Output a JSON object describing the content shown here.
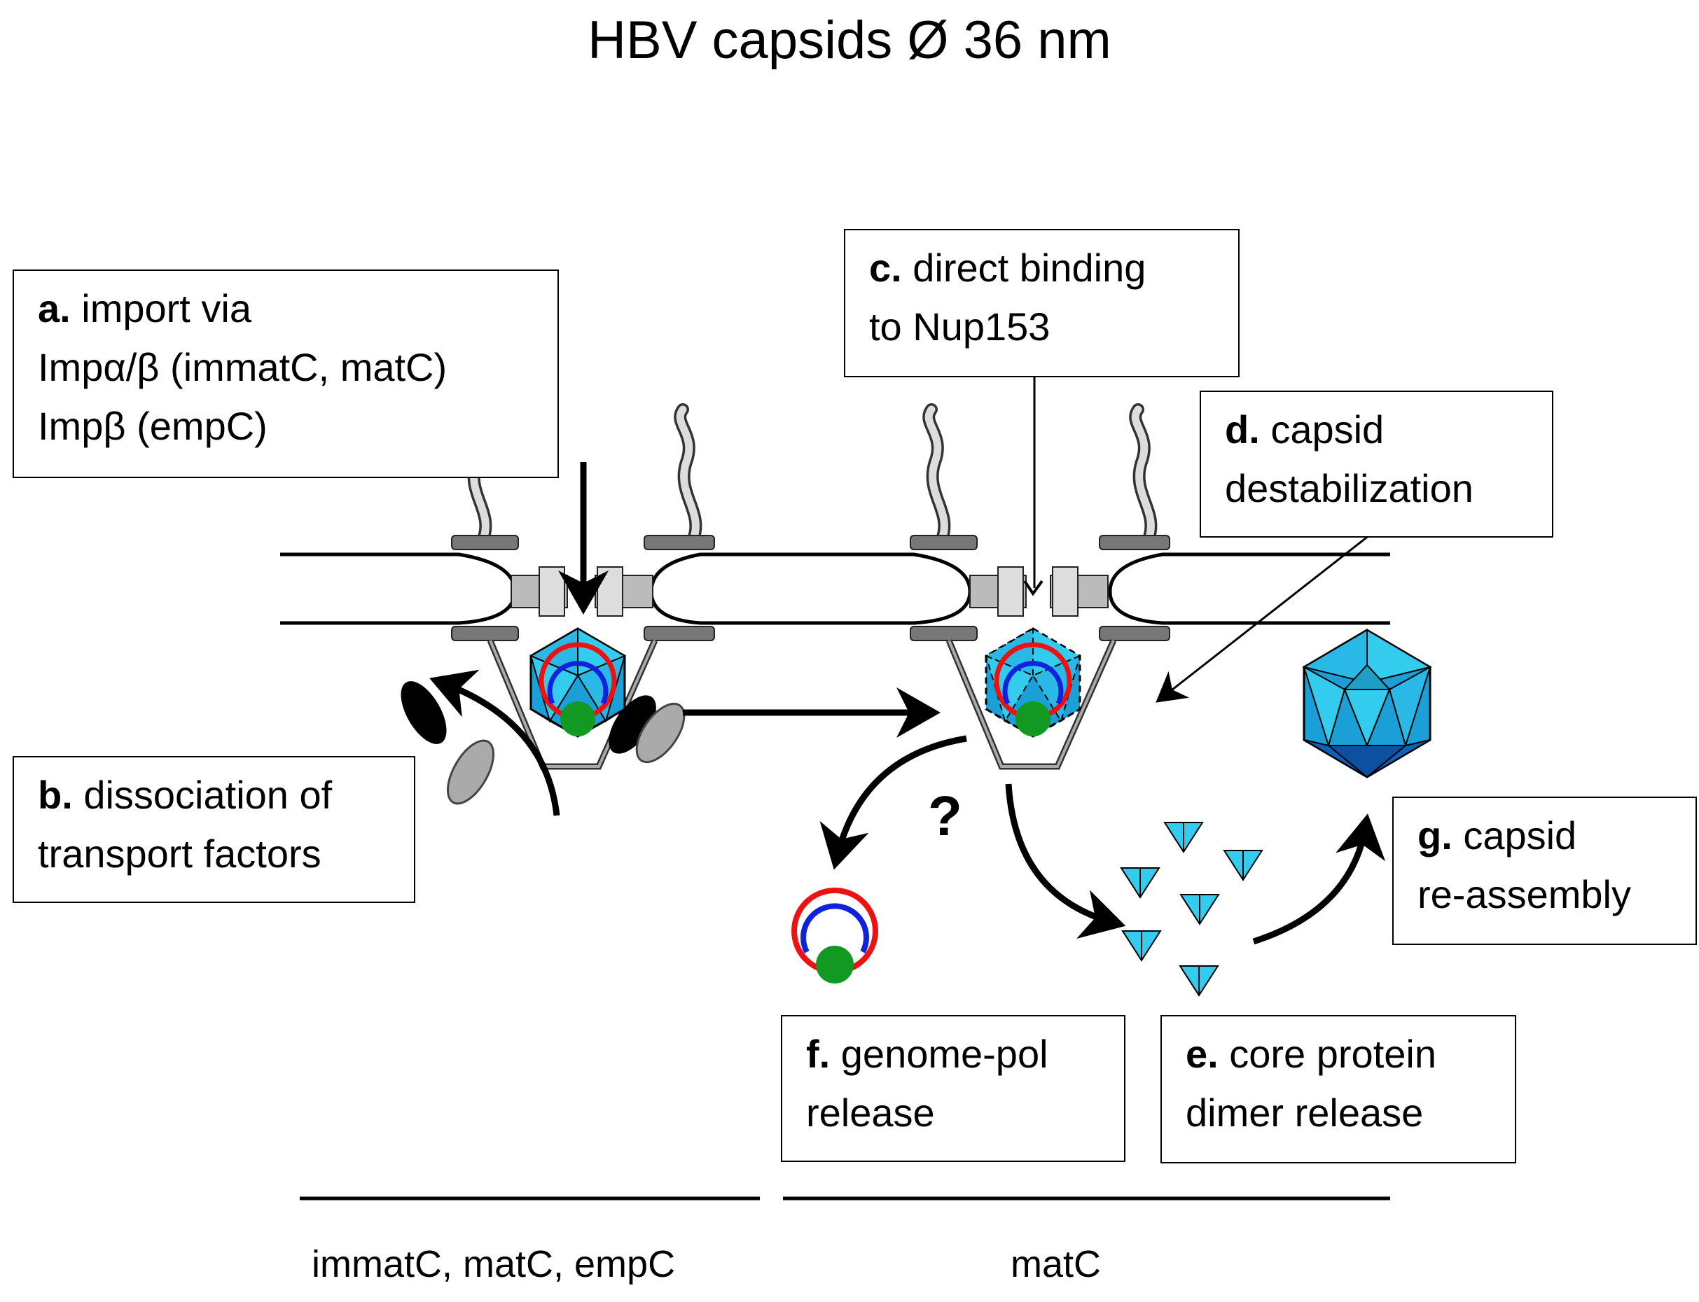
{
  "title": "HBV capsids Ø 36 nm",
  "boxes": {
    "a": {
      "letter": "a.",
      "lines": [
        "import via",
        "Impα/β (immatC, matC)",
        "Impβ (empC)"
      ]
    },
    "b": {
      "letter": "b.",
      "lines": [
        "dissociation of",
        "transport factors"
      ]
    },
    "c": {
      "letter": "c.",
      "lines": [
        "direct binding",
        "to Nup153"
      ]
    },
    "d": {
      "letter": "d.",
      "lines": [
        "capsid",
        "destabilization"
      ]
    },
    "e": {
      "letter": "e.",
      "lines": [
        "core protein",
        "dimer release"
      ]
    },
    "f": {
      "letter": "f.",
      "lines": [
        "genome-pol",
        "release"
      ]
    },
    "g": {
      "letter": "g.",
      "lines": [
        "capsid",
        "re-assembly"
      ]
    }
  },
  "question_mark": "?",
  "footer": {
    "left": "immatC, matC, empC",
    "right": "matC"
  },
  "colors": {
    "capsid_light": "#33ccee",
    "capsid_mid": "#1a9fd6",
    "capsid_dark": "#1060b8",
    "genome_red": "#ee1111",
    "genome_blue": "#1122dd",
    "polymerase_green": "#119922",
    "pore_gray": "#bbbbbb",
    "pore_dark_gray": "#777777",
    "factor_black": "#000000",
    "factor_gray": "#aaaaaa"
  }
}
